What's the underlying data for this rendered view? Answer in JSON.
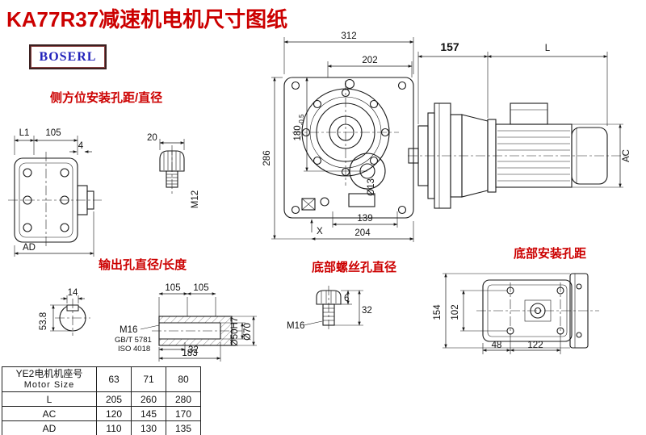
{
  "page": {
    "title": "KA77R37减速机电机尺寸图纸",
    "brand": "BOSERL"
  },
  "labels": {
    "side_mount": "侧方位安装孔距/直径",
    "output_hole": "输出孔直径/长度",
    "bottom_screw": "底部螺丝孔直径",
    "bottom_mount": "底部安装孔距"
  },
  "dims": {
    "d312": "312",
    "d202": "202",
    "d157": "157",
    "dL": "L",
    "dAC": "AC",
    "d286": "286",
    "d180": "180",
    "d180tol": "-0.5",
    "d13": "Ø13",
    "d139": "139",
    "d204": "204",
    "dX": "X",
    "dL1": "L1",
    "d105a": "105",
    "d4": "4",
    "d20": "20",
    "dM12": "M12",
    "dAD": "AD",
    "d105b": "105",
    "d105c": "105",
    "d14": "14",
    "d53_8": "53.8",
    "dM16a": "M16",
    "gb": "GB/T 5781",
    "iso": "ISO 4018",
    "d32a": "32",
    "d183": "183",
    "d50": "Ø50H7",
    "d70": "Ø70",
    "dM16b": "M16",
    "d6": "6",
    "d32b": "32",
    "d154": "154",
    "d102": "102",
    "d48": "48",
    "d122": "122"
  },
  "table": {
    "col0_line1": "YE2电机机座号",
    "col0_line2": "Motor Size",
    "sizes": [
      "63",
      "71",
      "80"
    ],
    "rows": [
      {
        "label": "L",
        "values": [
          "205",
          "260",
          "280"
        ]
      },
      {
        "label": "AC",
        "values": [
          "120",
          "145",
          "170"
        ]
      },
      {
        "label": "AD",
        "values": [
          "110",
          "130",
          "135"
        ]
      }
    ]
  }
}
